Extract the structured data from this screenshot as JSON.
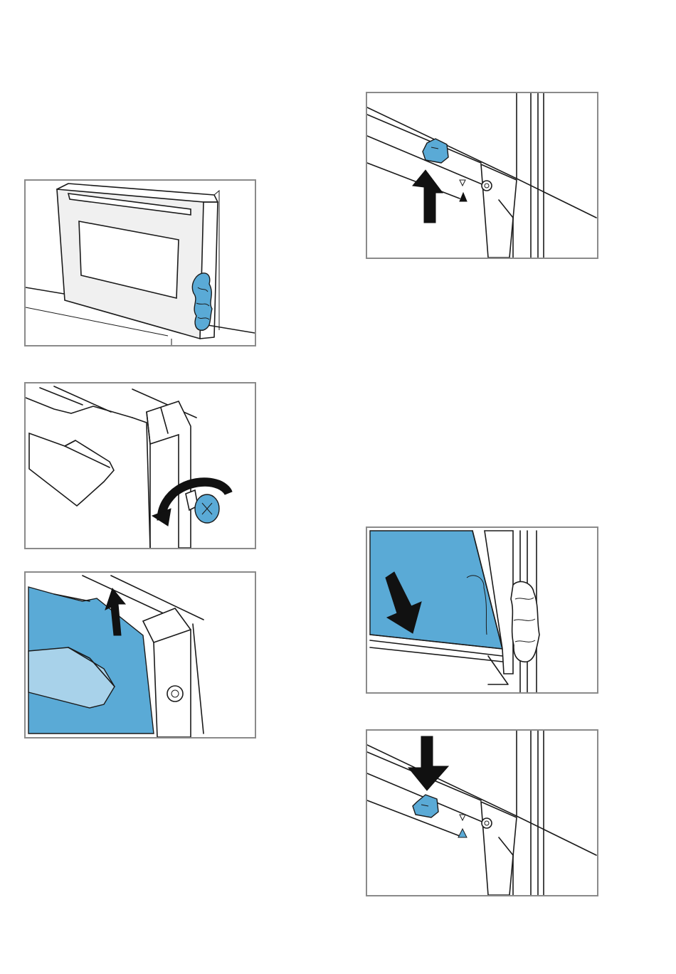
{
  "colors": {
    "accent": "#5aaad6",
    "accent_light": "#a8d2ea",
    "frame": "#8a8a8a"
  },
  "figures": [
    {
      "id": "fig-door-cloth",
      "icons": [
        "oven-door-icon",
        "cloth-icon"
      ]
    },
    {
      "id": "fig-unscrew",
      "icons": [
        "screw-icon",
        "rotate-arrow-icon"
      ]
    },
    {
      "id": "fig-lift-panel",
      "icons": [
        "glass-panel-icon",
        "arrow-up-icon"
      ]
    },
    {
      "id": "fig-clip-release",
      "icons": [
        "clip-icon",
        "arrow-up-icon",
        "triangle-marker-icon"
      ]
    },
    {
      "id": "fig-insert-panel",
      "icons": [
        "glass-panel-icon",
        "arrow-down-icon",
        "cloth-icon"
      ]
    },
    {
      "id": "fig-clip-press",
      "icons": [
        "clip-icon",
        "arrow-down-icon",
        "triangle-marker-icon"
      ]
    }
  ]
}
